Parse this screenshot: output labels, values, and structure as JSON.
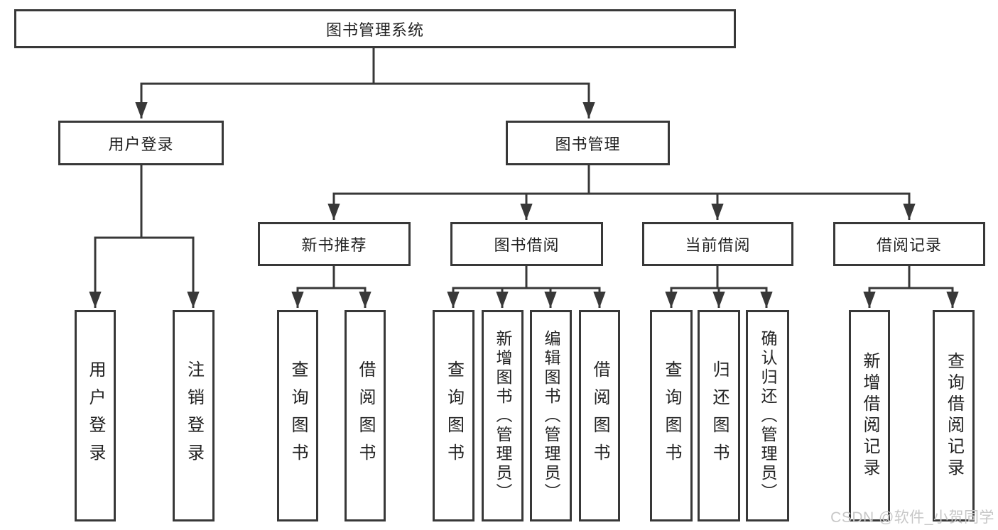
{
  "page": {
    "background": "#ffffff"
  },
  "colors": {
    "line": "#383838",
    "arrow": "#383838",
    "box_border": "#383838",
    "box_background": "#ffffff",
    "text": "#222222",
    "watermark": "#c7c7c7"
  },
  "tree": {
    "root": {
      "label": "图书管理系统"
    },
    "branches": [
      {
        "label": "用户登录",
        "leaves": [
          {
            "label": "用户登录"
          },
          {
            "label": "注销登录"
          }
        ]
      },
      {
        "label": "图书管理",
        "groups": [
          {
            "label": "新书推荐",
            "leaves": [
              {
                "label": "查询图书"
              },
              {
                "label": "借阅图书"
              }
            ]
          },
          {
            "label": "图书借阅",
            "leaves": [
              {
                "label": "查询图书"
              },
              {
                "label": "新增图书（管理员）"
              },
              {
                "label": "编辑图书（管理员）"
              },
              {
                "label": "借阅图书"
              }
            ]
          },
          {
            "label": "当前借阅",
            "leaves": [
              {
                "label": "查询图书"
              },
              {
                "label": "归还图书"
              },
              {
                "label": "确认归还（管理员）"
              }
            ]
          },
          {
            "label": "借阅记录",
            "leaves": [
              {
                "label": "新增借阅记录"
              },
              {
                "label": "查询借阅记录"
              }
            ]
          }
        ]
      }
    ]
  },
  "watermark": {
    "text": "CSDN @软件_小贺同学"
  }
}
